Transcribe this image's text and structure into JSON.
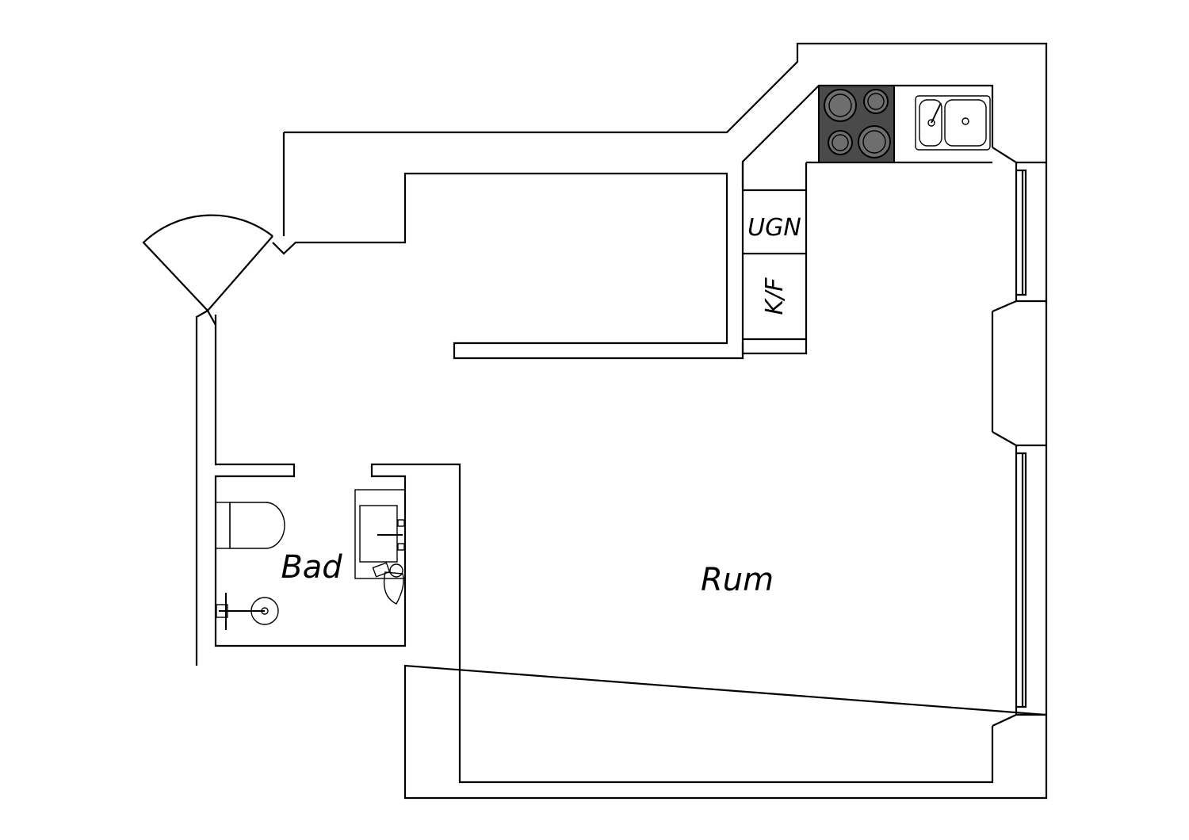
{
  "rooms": {
    "main": "Rum",
    "bath": "Bad"
  },
  "appliances": {
    "oven": "UGN",
    "fridge_freezer": "K/F"
  },
  "icons": [
    "stove-icon",
    "sink-icon",
    "toilet-icon",
    "washbasin-icon",
    "shower-icon",
    "door-swing-icon",
    "window-icon"
  ],
  "colors": {
    "line": "#000000",
    "background": "#ffffff",
    "stove": "#4a4a4a",
    "burner": "#6e6e6e"
  }
}
